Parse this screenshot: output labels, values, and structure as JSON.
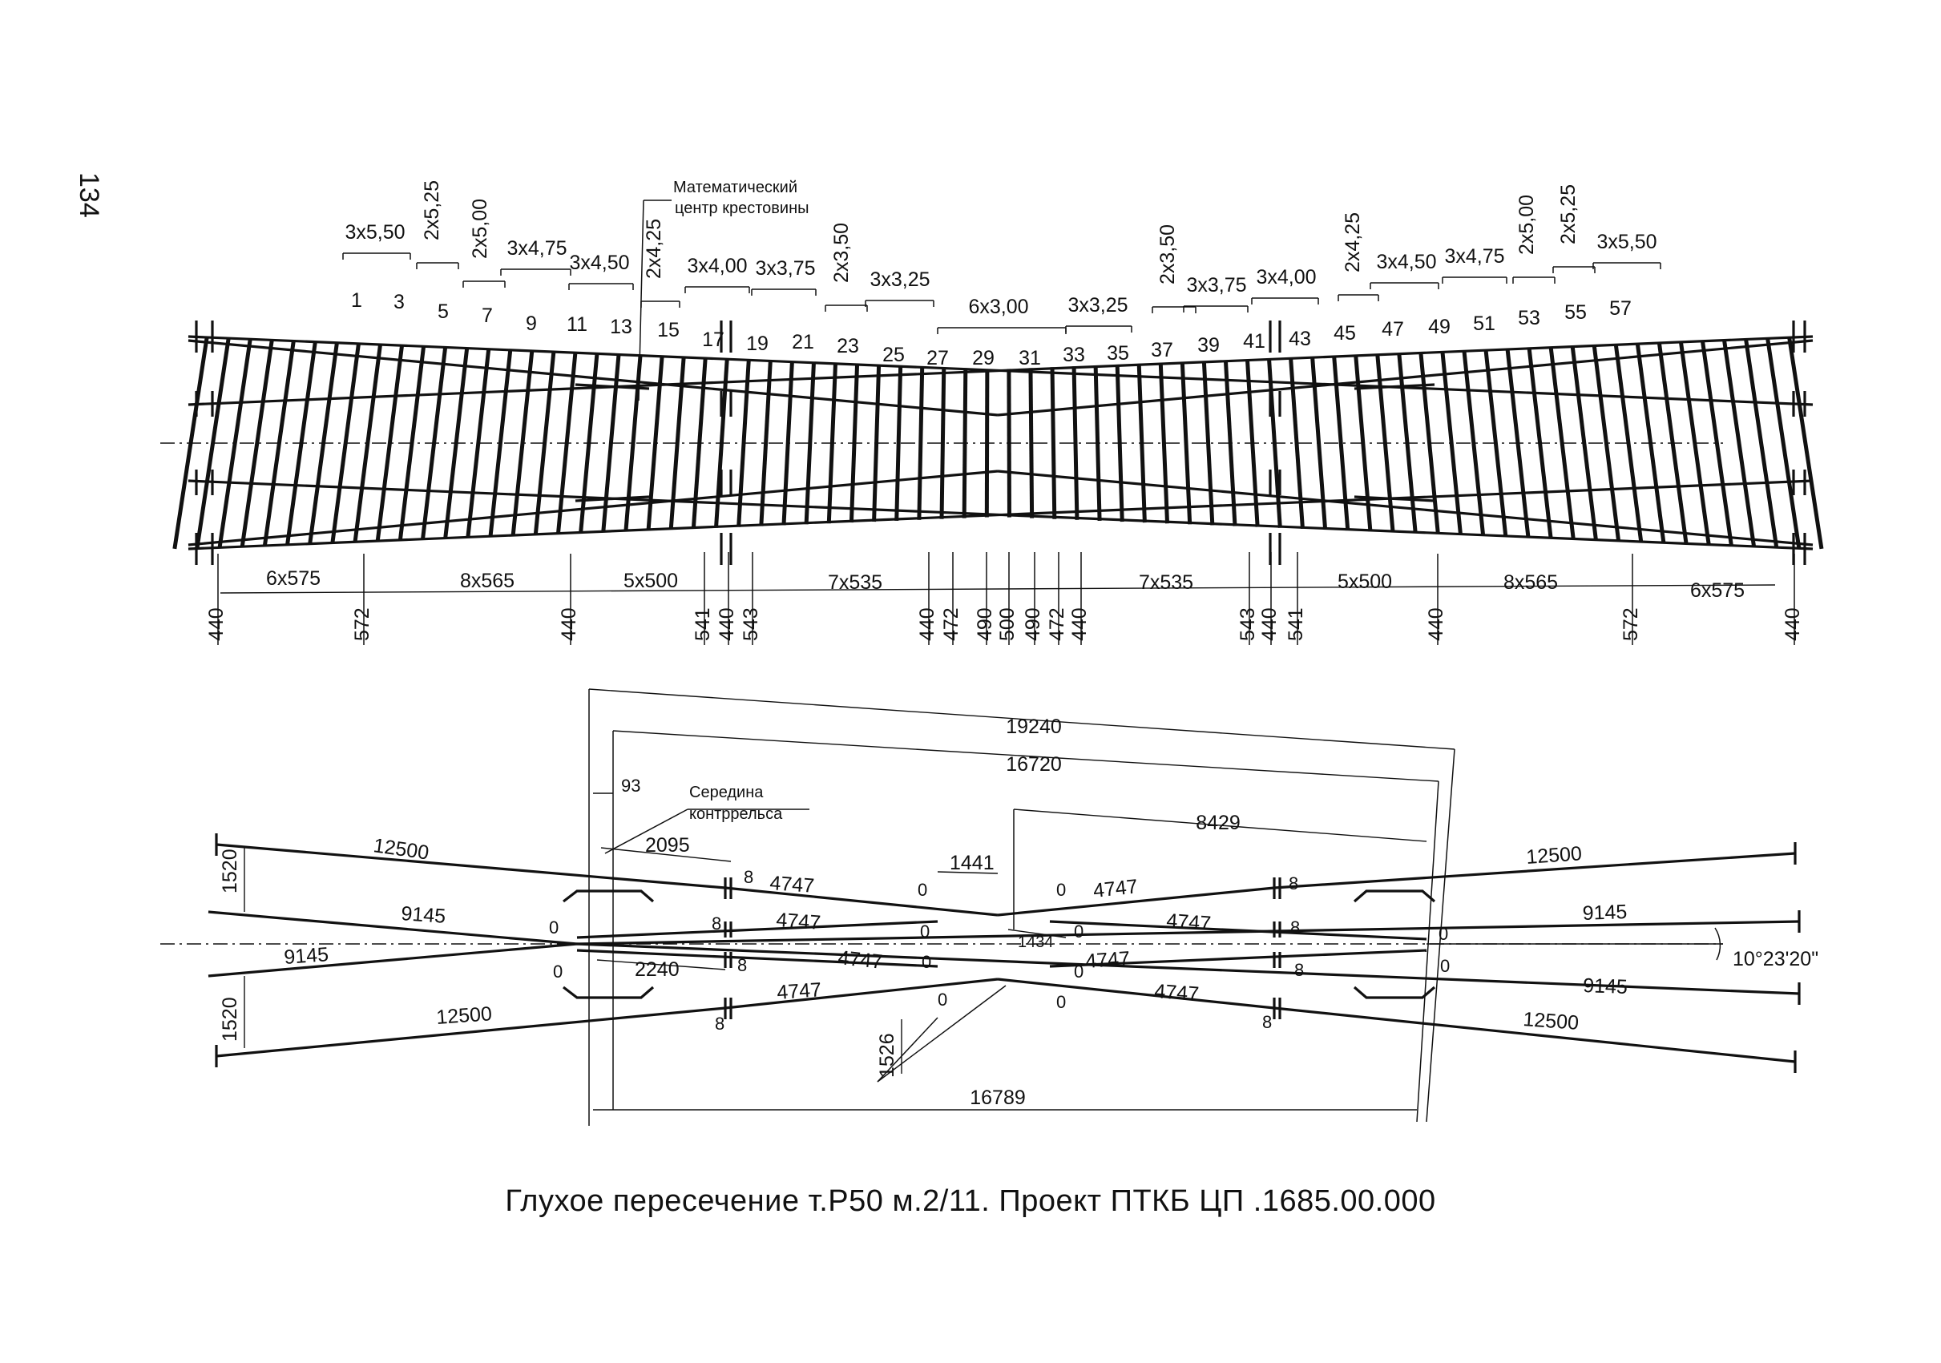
{
  "page_number": "134",
  "caption": "Глухое пересечение т.Р50 м.2/11. Проект ПТКБ ЦП .1685.00.000",
  "annotations": {
    "math_center": [
      "Математический",
      "центр крестовины"
    ],
    "guard_rail_middle": [
      "Середина",
      "контррельса"
    ]
  },
  "top_plan": {
    "tie_numbers": [
      "1",
      "3",
      "5",
      "7",
      "9",
      "11",
      "13",
      "15",
      "17",
      "19",
      "21",
      "23",
      "25",
      "27",
      "29",
      "31",
      "33",
      "35",
      "37",
      "39",
      "41",
      "43",
      "45",
      "47",
      "49",
      "51",
      "53",
      "55",
      "57"
    ],
    "tie_groups_horizontal": [
      "3х5,50",
      "3х4,75",
      "3х4,50",
      "3х4,00",
      "3х3,75",
      "3х3,25",
      "6х3,00",
      "3х3,25",
      "3х3,75",
      "3х4,00",
      "3х4,50",
      "3х4,75",
      "3х5,50"
    ],
    "tie_groups_vertical": [
      "2х5,25",
      "2х5,00",
      "2х4,25",
      "2х3,50",
      "2х3,50",
      "2х4,25",
      "2х5,00",
      "2х5,25"
    ],
    "spacing_horizontal": [
      "6х575",
      "8х565",
      "5х500",
      "7х535",
      "7х535",
      "5х500",
      "8х565",
      "6х575"
    ],
    "spacing_vertical": [
      "440",
      "572",
      "440",
      "541",
      "440",
      "543",
      "440",
      "472",
      "490",
      "500",
      "490",
      "472",
      "440",
      "543",
      "440",
      "541",
      "440",
      "572",
      "440"
    ]
  },
  "bottom_scheme": {
    "overall": [
      "19240",
      "16720",
      "16789",
      "8429"
    ],
    "offsets": [
      "93",
      "2095",
      "2240",
      "1441",
      "1434",
      "1520",
      "1520",
      "1526"
    ],
    "rail_lengths": [
      "12500",
      "12500",
      "12500",
      "12500",
      "9145",
      "9145",
      "9145",
      "9145",
      "4747",
      "4747",
      "4747",
      "4747",
      "4747",
      "4747",
      "4747",
      "4747"
    ],
    "joint_gaps": [
      "8",
      "8",
      "8",
      "8",
      "8",
      "8",
      "8",
      "8",
      "0",
      "0",
      "0",
      "0",
      "0",
      "0",
      "0",
      "0",
      "0",
      "0",
      "0",
      "0"
    ],
    "angle": "10°23'20\""
  }
}
